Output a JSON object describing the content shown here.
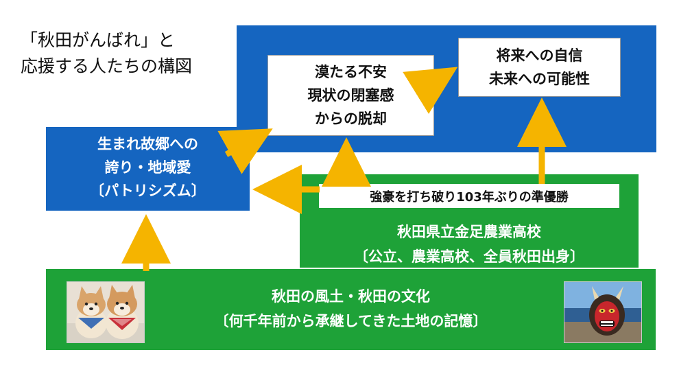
{
  "title": {
    "line1": "「秋田がんばれ」と",
    "line2": "応援する人たちの構図"
  },
  "boxes": {
    "pride": {
      "line1": "生まれ故郷への",
      "line2": "誇り・地域愛",
      "line3": "〔パトリシズム〕"
    },
    "escape": {
      "line1": "漠たる不安",
      "line2": "現状の閉塞感",
      "line3": "からの脱却"
    },
    "future": {
      "line1": "将来への自信",
      "line2": "未来への可能性"
    },
    "victory": {
      "label": "強豪を打ち破り103年ぶりの準優勝"
    },
    "school": {
      "line1": "秋田県立金足農業高校",
      "line2": "〔公立、農業高校、全員秋田出身〕"
    },
    "culture": {
      "line1": "秋田の風土・秋田の文化",
      "line2": "〔何千年前から承継してきた土地の記憶〕"
    }
  },
  "colors": {
    "blue": "#1565c0",
    "green": "#1ea238",
    "arrow": "#f5b400"
  },
  "icons": {
    "left_photo": "akita-dog-plush-photo",
    "right_photo": "namahage-mask-photo"
  }
}
